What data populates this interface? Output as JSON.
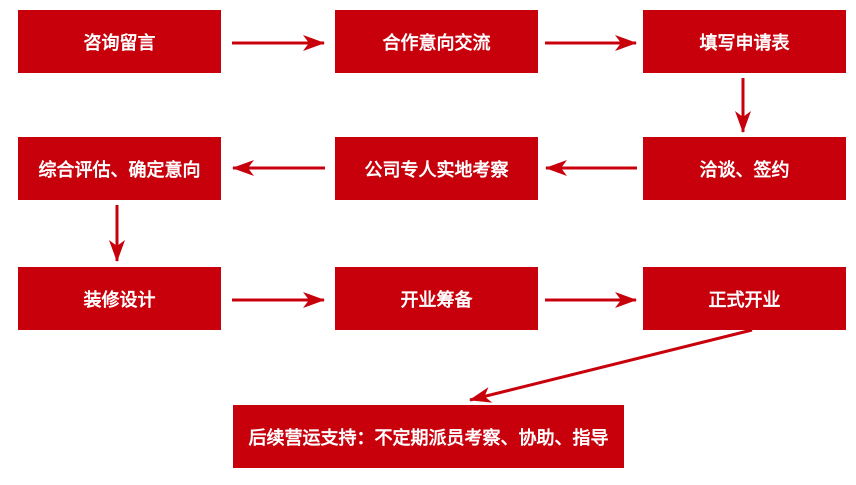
{
  "steps": [
    {
      "label": "咨询留言"
    },
    {
      "label": "合作意向交流"
    },
    {
      "label": "填写申请表"
    },
    {
      "label": "洽谈、签约"
    },
    {
      "label": "公司专人实地考察"
    },
    {
      "label": "综合评估、确定意向"
    },
    {
      "label": "装修设计"
    },
    {
      "label": "开业筹备"
    },
    {
      "label": "正式开业"
    },
    {
      "label": "后续营运支持：不定期派员考察、协助、指导"
    }
  ],
  "colors": {
    "box": "#c8000c",
    "arrow": "#c8000c",
    "text": "#ffffff"
  }
}
